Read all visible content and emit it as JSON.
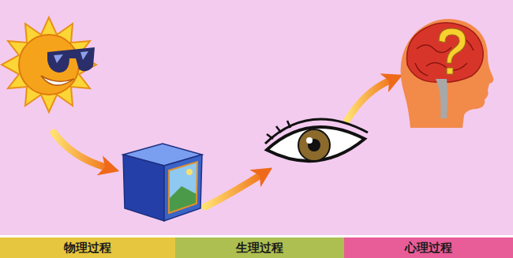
{
  "diagram": {
    "nodes": [
      {
        "text": [
          "物理过程"
        ]
      },
      {
        "text": [
          "生理过程"
        ]
      },
      {
        "text": [
          "心理过程"
        ]
      }
    ]
  }
}
